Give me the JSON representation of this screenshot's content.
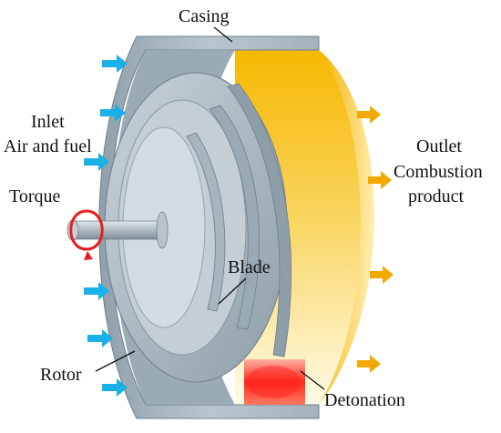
{
  "labels": {
    "casing": "Casing",
    "inlet": "Inlet",
    "inlet_sub": "Air and fuel",
    "outlet": "Outlet",
    "outlet_sub1": "Combustion",
    "outlet_sub2": "product",
    "torque": "Torque",
    "blade": "Blade",
    "rotor": "Rotor",
    "detonation": "Detonation"
  },
  "colors": {
    "inlet_arrow": "#1ab0e8",
    "outlet_arrow": "#f2a900",
    "casing": "#a9b8c2",
    "casing_dark": "#7f8f99",
    "combustion_start": "#f6b800",
    "combustion_end": "#fffbe6",
    "detonation_core": "#ff1e1e",
    "detonation_edge": "#ffb0a0",
    "torque_ring": "#e51e1e"
  },
  "icons": {
    "inlet_arrows": "arrow-right-icon",
    "outlet_arrows": "arrow-right-icon",
    "torque": "rotation-ring-icon"
  }
}
